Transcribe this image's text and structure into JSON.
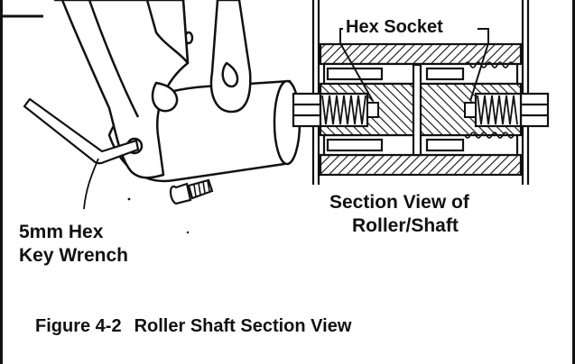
{
  "left_view": {
    "key_label_line1": "5mm Hex",
    "key_label_line2": "Key Wrench"
  },
  "right_view": {
    "socket_label": "Hex Socket",
    "section_label_line1": "Section View of",
    "section_label_line2": "Roller/Shaft"
  },
  "caption": {
    "number": "Figure 4-2",
    "title": "Roller Shaft Section View"
  }
}
